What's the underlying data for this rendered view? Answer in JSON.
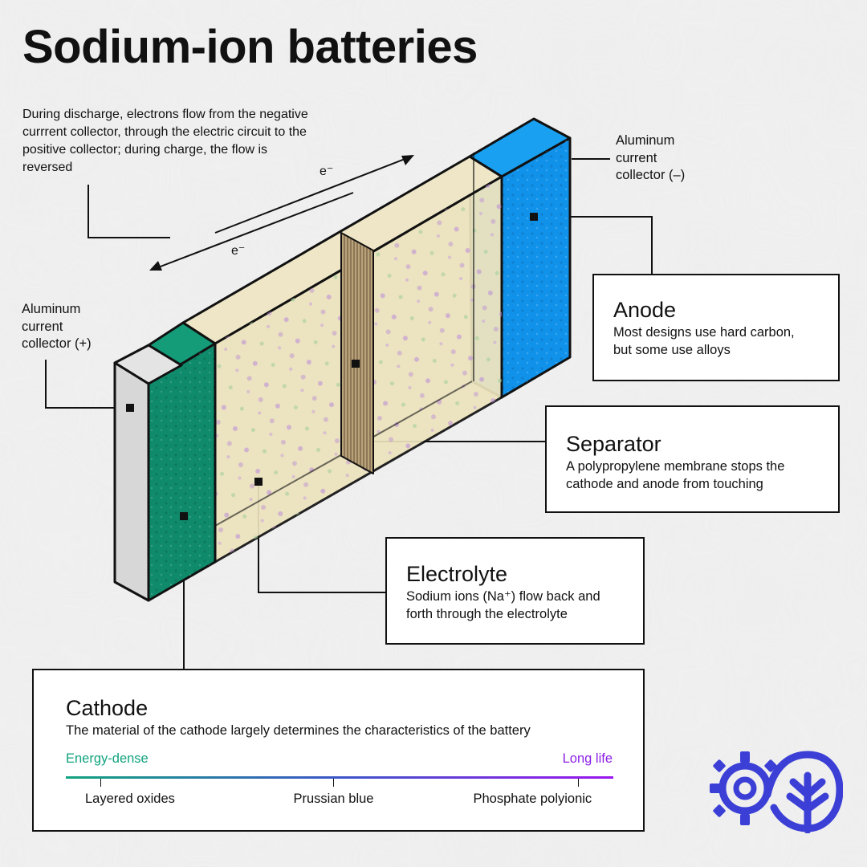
{
  "title": "Sodium-ion batteries",
  "intro": "During discharge, electrons flow from the negative currrent collector, through the electric circuit to the positive collector; during charge, the flow is reversed",
  "electron_label": "e⁻",
  "collectors": {
    "negative": "Aluminum\ncurrent\ncollector (–)",
    "positive": "Aluminum\ncurrent\ncollector (+)"
  },
  "callouts": {
    "anode": {
      "title": "Anode",
      "text": "Most designs use hard carbon,\nbut some use alloys"
    },
    "separator": {
      "title": "Separator",
      "text": "A polypropylene membrane stops the\ncathode and anode from touching"
    },
    "electrolyte": {
      "title": "Electrolyte",
      "text": "Sodium ions (Na⁺) flow back and\nforth through the electrolyte"
    },
    "cathode": {
      "title": "Cathode",
      "text": "The material of the cathode largely determines the characteristics of the battery",
      "scale": {
        "left_label": "Energy-dense",
        "right_label": "Long life",
        "ticks": [
          {
            "label": "Layered oxides",
            "position": 0.063
          },
          {
            "label": "Prussian blue",
            "position": 0.489
          },
          {
            "label": "Phosphate polyionic",
            "position": 0.936
          }
        ]
      }
    }
  },
  "colors": {
    "anode": "#1192ea",
    "cathode": "#0f8a6a",
    "collector_positive": "#d7d7d7",
    "electrolyte": "#ece3bd",
    "separator": "#8c7a55",
    "energy_dense": "#12a37f",
    "long_life": "#8c1fe6",
    "logo": "#3b3fd6"
  },
  "logo": {
    "icon": "gear-and-tree-logo-icon"
  }
}
